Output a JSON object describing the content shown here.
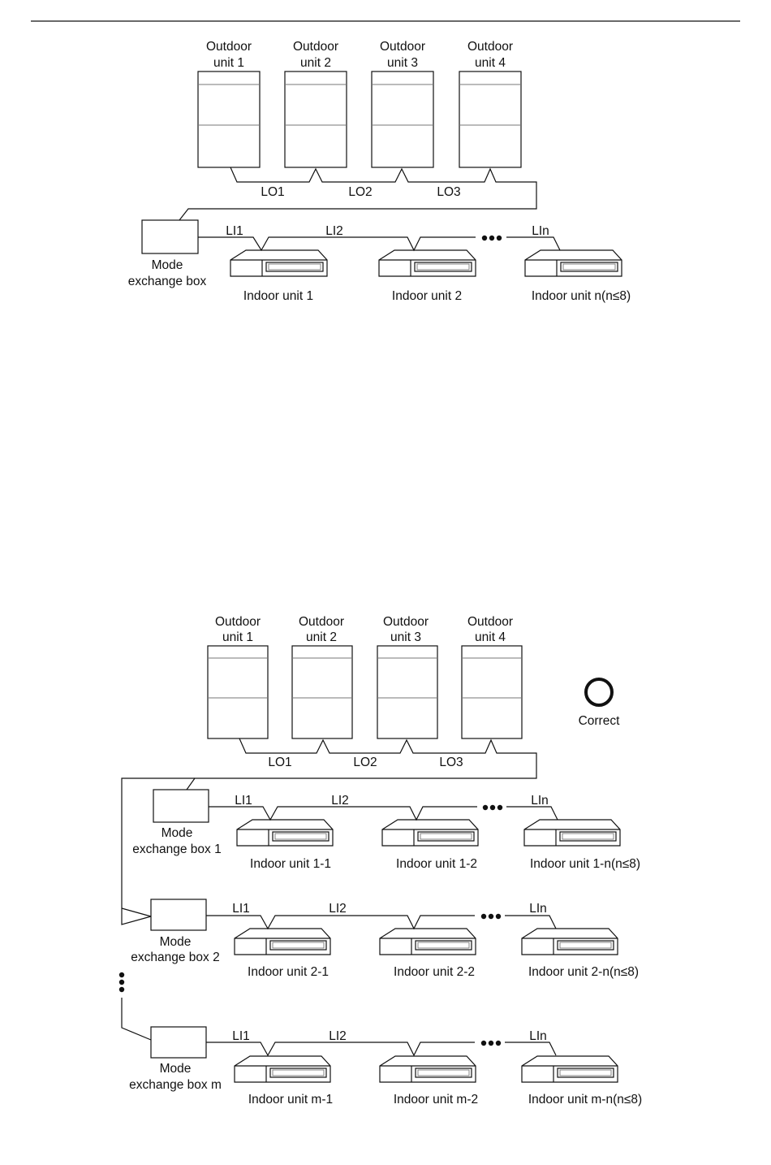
{
  "diagram1": {
    "outdoor_units": [
      {
        "line1": "Outdoor",
        "line2": "unit 1"
      },
      {
        "line1": "Outdoor",
        "line2": "unit 2"
      },
      {
        "line1": "Outdoor",
        "line2": "unit 3"
      },
      {
        "line1": "Outdoor",
        "line2": "unit 4"
      }
    ],
    "outdoor_pipes": [
      "LO1",
      "LO2",
      "LO3"
    ],
    "mode_box": {
      "line1": "Mode",
      "line2": "exchange box"
    },
    "indoor_pipes": [
      "LI1",
      "LI2",
      "LIn"
    ],
    "indoor_units": [
      "Indoor unit 1",
      "Indoor unit 2",
      "Indoor unit n(n≤8)"
    ]
  },
  "diagram2": {
    "outdoor_units": [
      {
        "line1": "Outdoor",
        "line2": "unit 1"
      },
      {
        "line1": "Outdoor",
        "line2": "unit 2"
      },
      {
        "line1": "Outdoor",
        "line2": "unit 3"
      },
      {
        "line1": "Outdoor",
        "line2": "unit 4"
      }
    ],
    "outdoor_pipes": [
      "LO1",
      "LO2",
      "LO3"
    ],
    "status_label": "Correct",
    "branches": [
      {
        "box": {
          "line1": "Mode",
          "line2": "exchange box 1"
        },
        "pipes": [
          "LI1",
          "LI2",
          "LIn"
        ],
        "indoor_units": [
          "Indoor unit 1-1",
          "Indoor unit 1-2",
          "Indoor unit 1-n(n≤8)"
        ]
      },
      {
        "box": {
          "line1": "Mode",
          "line2": "exchange box 2"
        },
        "pipes": [
          "LI1",
          "LI2",
          "LIn"
        ],
        "indoor_units": [
          "Indoor unit 2-1",
          "Indoor unit 2-2",
          "Indoor unit 2-n(n≤8)"
        ]
      },
      {
        "box": {
          "line1": "Mode",
          "line2": "exchange box m"
        },
        "pipes": [
          "LI1",
          "LI2",
          "LIn"
        ],
        "indoor_units": [
          "Indoor unit m-1",
          "Indoor unit m-2",
          "Indoor unit m-n(n≤8)"
        ]
      }
    ]
  }
}
